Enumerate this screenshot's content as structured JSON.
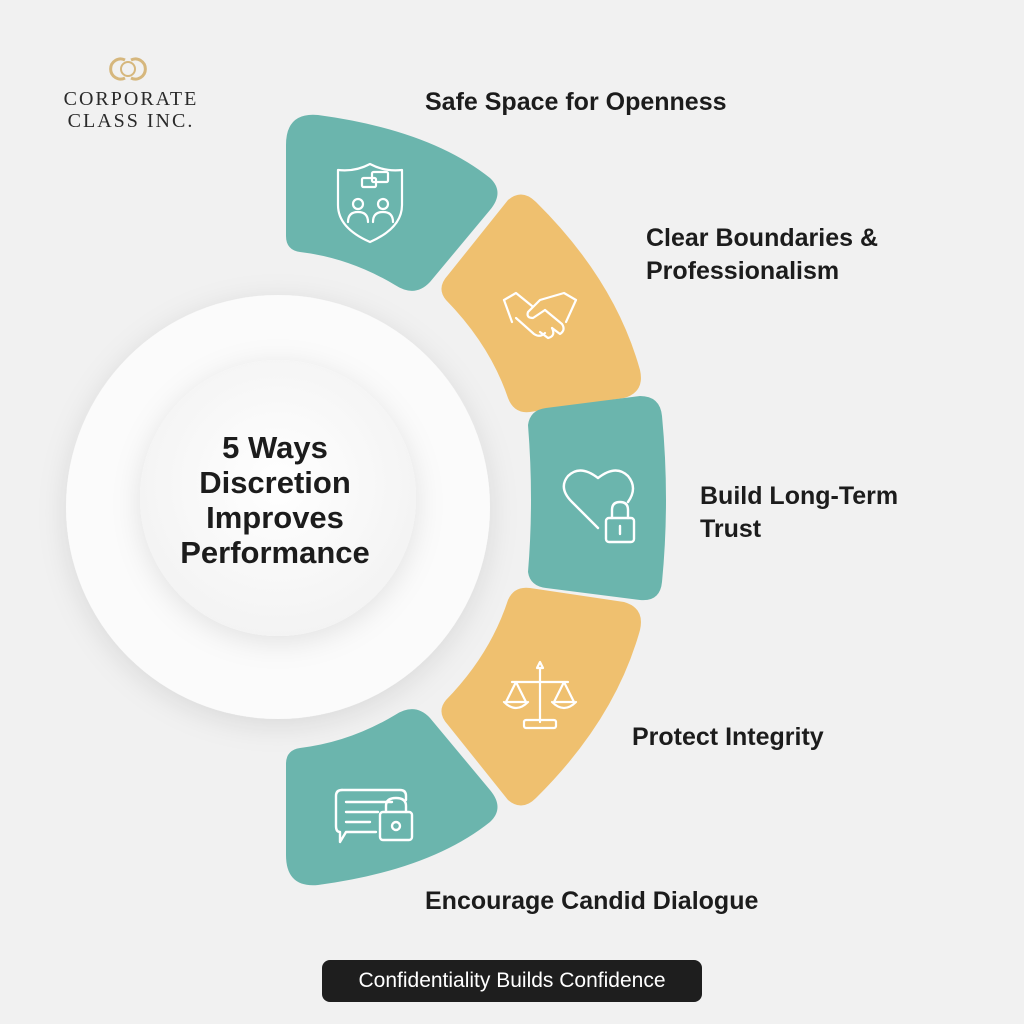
{
  "brand": {
    "line1": "CORPORATE",
    "line2": "CLASS INC.",
    "mark_color": "#d6b77d"
  },
  "title": {
    "line1": "5 Ways",
    "line2": "Discretion",
    "line3": "Improves",
    "line4": "Performance"
  },
  "items": [
    {
      "lines": [
        "Safe Space for Openness"
      ],
      "icon": "shield-people-icon",
      "color": "#6bb5ad"
    },
    {
      "lines": [
        "Clear Boundaries &",
        "Professionalism"
      ],
      "icon": "handshake-icon",
      "color": "#efc06f"
    },
    {
      "lines": [
        "Build Long-Term",
        "Trust"
      ],
      "icon": "heart-lock-icon",
      "color": "#6bb5ad"
    },
    {
      "lines": [
        "Protect Integrity"
      ],
      "icon": "scales-icon",
      "color": "#efc06f"
    },
    {
      "lines": [
        "Encourage Candid Dialogue"
      ],
      "icon": "chat-lock-icon",
      "color": "#6bb5ad"
    }
  ],
  "tagline": "Confidentiality Builds Confidence"
}
